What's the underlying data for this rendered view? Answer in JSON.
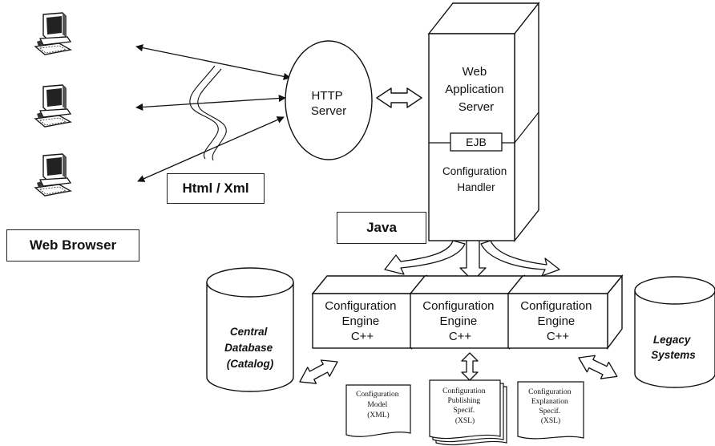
{
  "labels": {
    "http_server": [
      "HTTP",
      "Server"
    ],
    "web_app_server": [
      "Web",
      "Application",
      "Server"
    ],
    "ejb": "EJB",
    "config_handler": [
      "Configuration",
      "Handler"
    ],
    "html_xml": "Html / Xml",
    "java": "Java",
    "web_browser": "Web Browser",
    "engine": [
      "Configuration",
      "Engine",
      "C++"
    ],
    "central_db": [
      "Central",
      "Database",
      "(Catalog)"
    ],
    "legacy": [
      "Legacy",
      "Systems"
    ],
    "doc_model": [
      "Configuration",
      "Model",
      "(XML)"
    ],
    "doc_publishing": [
      "Configuration",
      "Publishing",
      "Specif.",
      "(XSL)"
    ],
    "doc_explanation": [
      "Configuration",
      "Explanation",
      "Specif.",
      "(XSL)"
    ]
  }
}
